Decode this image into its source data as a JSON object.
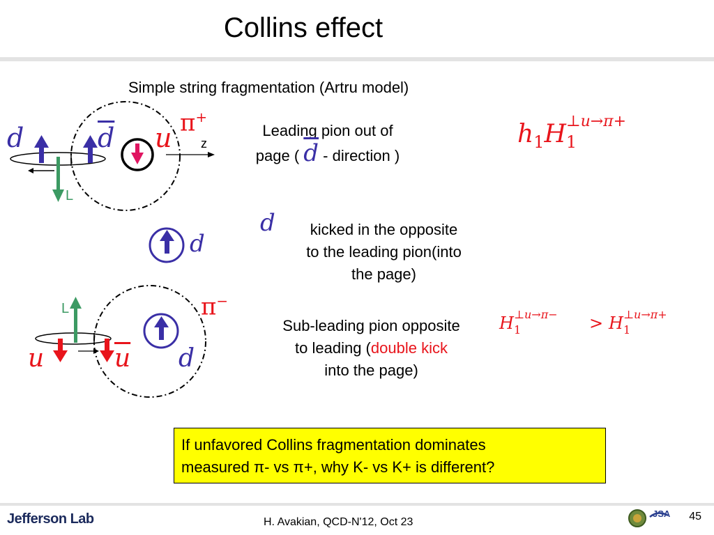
{
  "slide": {
    "title": "Collins effect",
    "subtitle": "Simple string fragmentation (Artru model)",
    "diagram_top": {
      "quark_d": "d",
      "antiquark_d": "d",
      "quark_u": "u",
      "pion": "π",
      "pion_charge": "+",
      "axis_label": "z",
      "orbital_label": "L"
    },
    "text_leading": {
      "line1": "Leading pion out of",
      "line2_pre": "page (",
      "line2_math": "d",
      "line2_post": " - direction )"
    },
    "formula_top": {
      "h": "h",
      "h_sub": "1",
      "H": "H",
      "H_sub": "1",
      "H_sup": "⊥u→π+"
    },
    "middle_quark": "d",
    "text_kicked": {
      "math": "d",
      "line1": " kicked in the opposite",
      "line2": "to the leading pion(into",
      "line3": "the page)"
    },
    "diagram_bottom": {
      "quark_u": "u",
      "antiquark_u": "u",
      "quark_d": "d",
      "pion": "π",
      "pion_charge": "−",
      "orbital_label": "L"
    },
    "text_subleading": {
      "line1": "Sub-leading pion opposite",
      "line2_pre": "to leading (",
      "line2_red": "double kick",
      "line3": "into the page)"
    },
    "formula_bottom": {
      "left_H": "H",
      "left_sub": "1",
      "left_sup": "⊥u→π−",
      "relation": ">",
      "right_H": "H",
      "right_sub": "1",
      "right_sup": "⊥u→π+"
    },
    "callout": {
      "line1": "If unfavored Collins fragmentation dominates",
      "line2": "measured π- vs π+,  why K- vs K+ is different?"
    }
  },
  "footer": {
    "logo_text": "Jefferson Lab",
    "citation": "H. Avakian, QCD-N'12,  Oct 23",
    "jsa_logo": "JSA",
    "page_number": "45"
  },
  "colors": {
    "quark_blue": "#3a2fa6",
    "quark_red": "#e8141b",
    "orbital_green": "#3c9a63",
    "pink_arrow": "#e01561",
    "callout_bg": "#ffff00"
  }
}
